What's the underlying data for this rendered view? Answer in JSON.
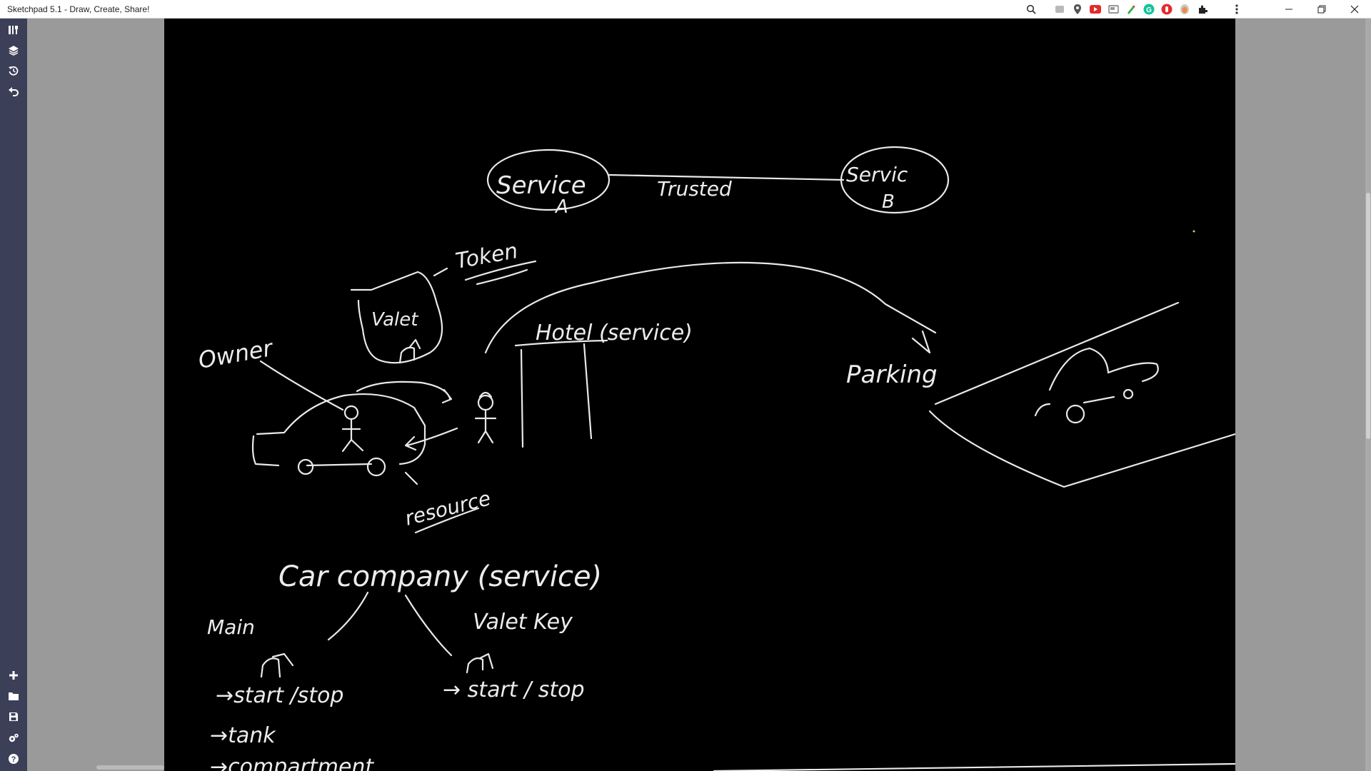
{
  "window": {
    "title": "Sketchpad 5.1 - Draw, Create, Share!"
  },
  "titlebar_icons": [
    {
      "name": "zoom-icon",
      "glyph": "⌕"
    },
    {
      "name": "extension-icon-1",
      "glyph": "▰"
    },
    {
      "name": "location-icon",
      "glyph": "⬤"
    },
    {
      "name": "youtube-icon",
      "glyph": "▶"
    },
    {
      "name": "cast-icon",
      "glyph": "▭"
    },
    {
      "name": "pen-icon",
      "glyph": "✎"
    },
    {
      "name": "grammarly-icon",
      "glyph": "G"
    },
    {
      "name": "stop-icon",
      "glyph": "✋"
    },
    {
      "name": "privacy-icon",
      "glyph": "◉"
    },
    {
      "name": "puzzle-icon",
      "glyph": "✱"
    },
    {
      "name": "more-icon",
      "glyph": "⋮"
    }
  ],
  "colors": {
    "sidebar": "#3c3f58",
    "canvas": "#000000",
    "ink": "#e9e9e9",
    "backdrop": "#9a9a9a"
  },
  "toolbar_top": [
    {
      "name": "tools-icon"
    },
    {
      "name": "layers-icon"
    },
    {
      "name": "history-icon"
    },
    {
      "name": "undo-icon"
    }
  ],
  "toolbar_bottom": [
    {
      "name": "new-icon"
    },
    {
      "name": "open-icon"
    },
    {
      "name": "save-icon"
    },
    {
      "name": "settings-icon"
    },
    {
      "name": "help-icon"
    }
  ],
  "sketch": {
    "service_a_line1": "Service",
    "service_a_line2": "A",
    "trusted": "Trusted",
    "service_b_line1": "Servic",
    "service_b_line2": "B",
    "token": "Token",
    "valet": "Valet",
    "hotel": "Hotel (service)",
    "owner": "Owner",
    "parking": "Parking",
    "resource": "resource",
    "car_company": "Car company (service)",
    "main": "Main",
    "valet_key": "Valet Key",
    "start_stop_main": "→start /stop",
    "tank": "→tank",
    "compartment": "→compartment",
    "start_stop_valet": "→ start / stop"
  }
}
